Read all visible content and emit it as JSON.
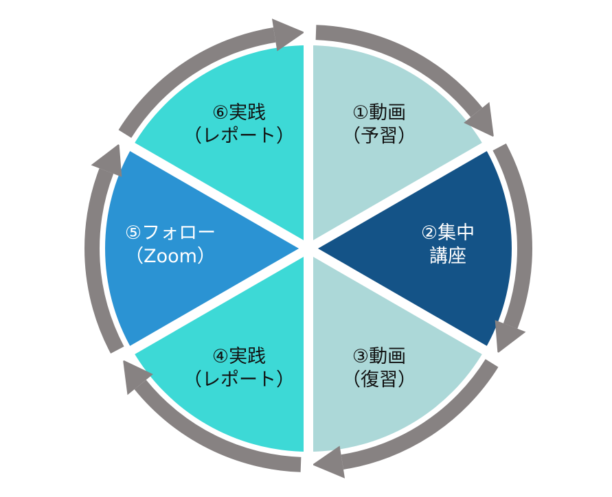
{
  "diagram": {
    "title": "cycle",
    "colors": {
      "ring": "#878282",
      "gap": "#ffffff"
    },
    "steps": [
      {
        "line1": "①動画",
        "line2": "（予習）",
        "color": "#acd8d8",
        "text_color": "#111111"
      },
      {
        "line1": "②集中",
        "line2": "講座",
        "color": "#145387",
        "text_color": "#ffffff"
      },
      {
        "line1": "③動画",
        "line2": "（復習）",
        "color": "#acd8d8",
        "text_color": "#111111"
      },
      {
        "line1": "④実践",
        "line2": "（レポート）",
        "color": "#3dd9d6",
        "text_color": "#111111"
      },
      {
        "line1": "⑤フォロー",
        "line2": "（Zoom）",
        "color": "#2b93d3",
        "text_color": "#ffffff"
      },
      {
        "line1": "⑥実践",
        "line2": "（レポート）",
        "color": "#3dd9d6",
        "text_color": "#111111"
      }
    ]
  }
}
